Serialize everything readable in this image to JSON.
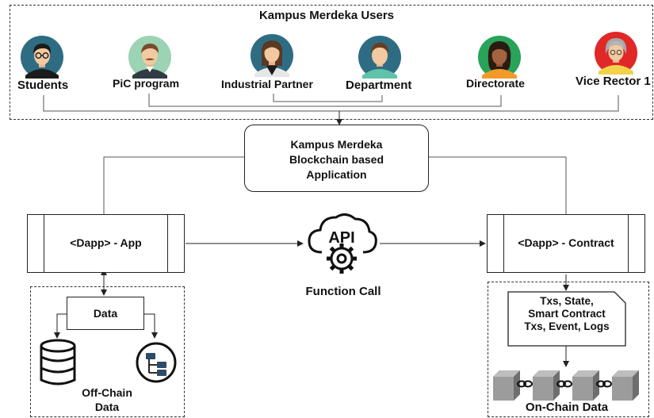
{
  "users": {
    "title": "Kampus Merdeka Users",
    "roles": [
      {
        "label": "Students",
        "icon": "student-avatar-icon",
        "bg": "#2e6c84"
      },
      {
        "label": "PiC program",
        "icon": "pic-avatar-icon",
        "bg": "#9bd3b3"
      },
      {
        "label": "Industrial Partner",
        "icon": "industrial-partner-avatar-icon",
        "bg": "#2e6c84"
      },
      {
        "label": "Department",
        "icon": "department-avatar-icon",
        "bg": "#2e6c84"
      },
      {
        "label": "Directorate",
        "icon": "directorate-avatar-icon",
        "bg": "#27a35a"
      },
      {
        "label": "Vice Rector 1",
        "icon": "vice-rector-avatar-icon",
        "bg": "#e02828"
      }
    ]
  },
  "application": {
    "line1": "Kampus Merdeka",
    "line2": "Blockchain based",
    "line3": "Application"
  },
  "dapp_app": {
    "label": "<Dapp> - App"
  },
  "dapp_contract": {
    "label": "<Dapp> - Contract"
  },
  "api": {
    "icon_text": "API",
    "caption": "Function Call"
  },
  "offchain": {
    "data_label": "Data",
    "caption_line1": "Off-Chain",
    "caption_line2": "Data"
  },
  "onchain": {
    "doc_line1": "Txs, State,",
    "doc_line2": "Smart Contract",
    "doc_line3": "Txs, Event, Logs",
    "caption": "On-Chain Data"
  }
}
